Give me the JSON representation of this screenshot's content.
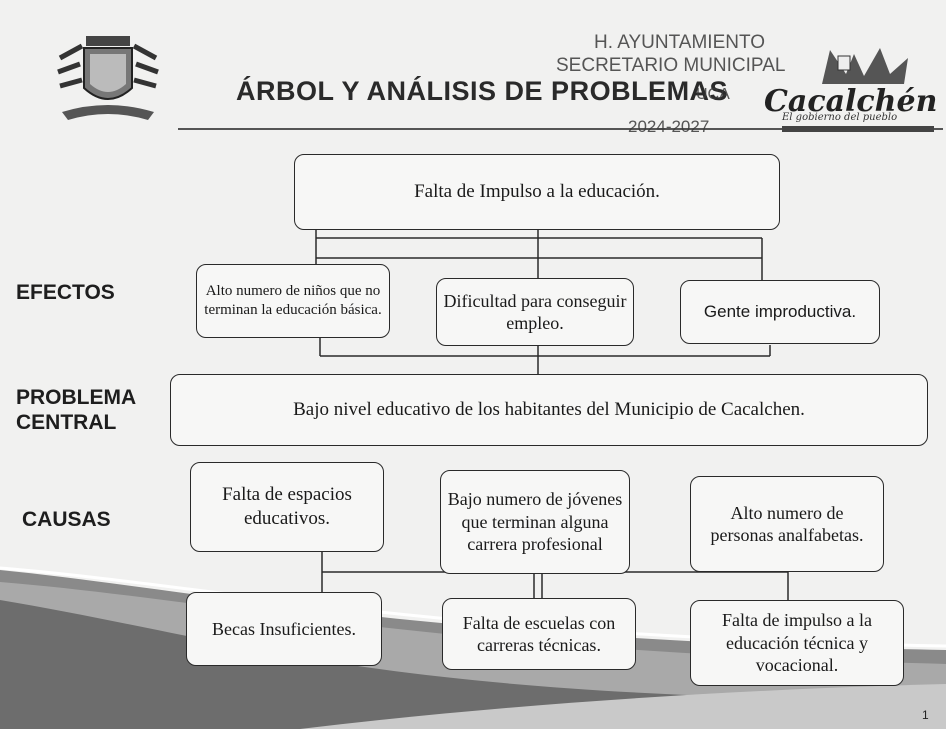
{
  "header": {
    "title": "ÁRBOL Y ANÁLISIS DE PROBLEMAS",
    "stamp_line1": "H. AYUNTAMIENTO",
    "stamp_line2": "SECRETARIO MUNICIPAL",
    "stamp_line3": "UCA",
    "stamp_line4": "2024-2027",
    "brand_name": "Cacalchén",
    "brand_slogan": "El gobierno del pueblo"
  },
  "diagram": {
    "top_problem": "Falta de Impulso a la educación.",
    "labels": {
      "efectos": "EFECTOS",
      "problema_central_1": "PROBLEMA",
      "problema_central_2": "CENTRAL",
      "causas": "CAUSAS"
    },
    "effects": [
      "Alto numero de niños que no terminan la educación básica.",
      "Dificultad para conseguir empleo.",
      "Gente improductiva."
    ],
    "central_problem": "Bajo nivel educativo de los habitantes del Municipio de Cacalchen.",
    "causes": [
      "Falta de espacios educativos.",
      "Bajo numero de jóvenes que terminan alguna carrera profesional",
      "Alto numero de personas analfabetas."
    ],
    "root_causes": [
      "Becas Insuficientes.",
      "Falta de escuelas con carreras técnicas.",
      "Falta de impulso a la educación técnica y vocacional."
    ]
  },
  "page_number": "1"
}
